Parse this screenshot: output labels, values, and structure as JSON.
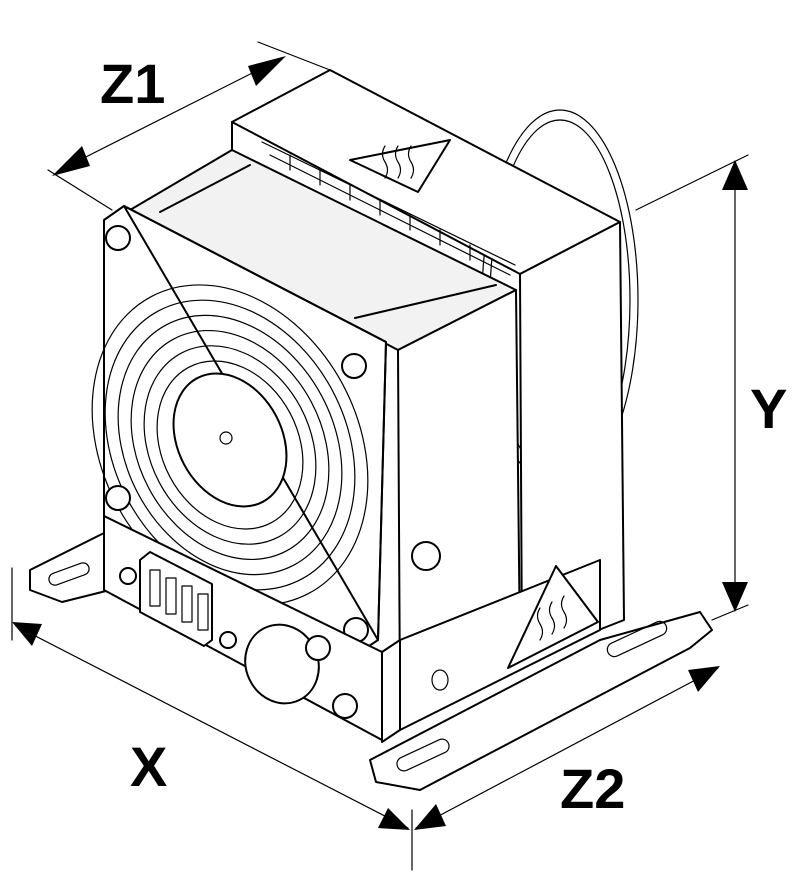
{
  "labels": {
    "z1": "Z1",
    "x": "X",
    "y": "Y",
    "z2": "Z2"
  },
  "colors": {
    "line": "#000000",
    "background": "#ffffff"
  },
  "icons": {
    "warning": "hot-surface-warning-icon"
  }
}
